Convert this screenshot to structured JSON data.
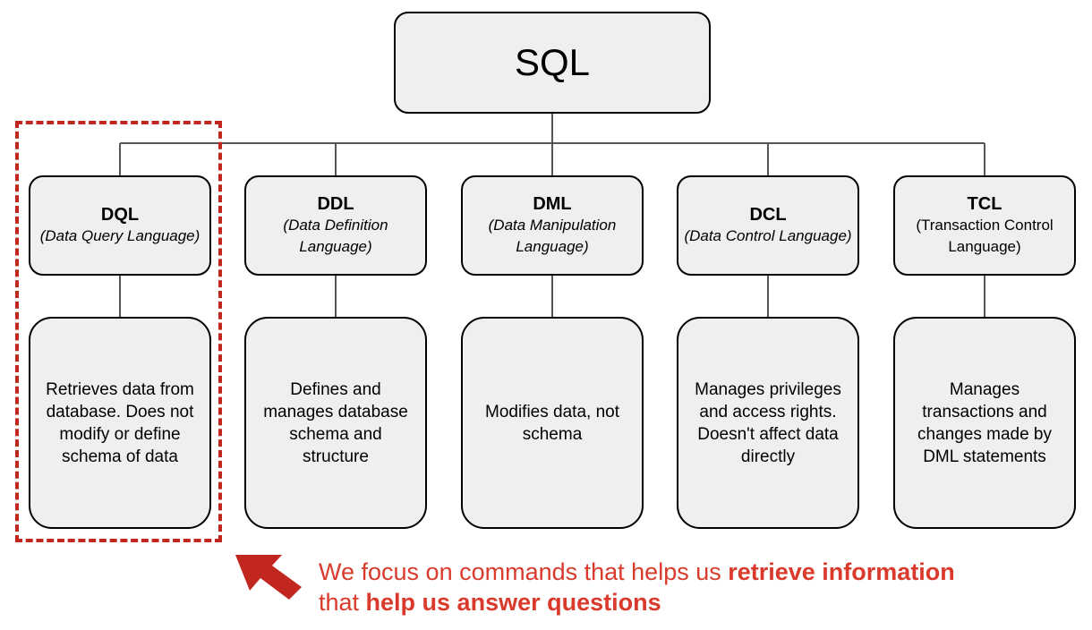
{
  "root": {
    "title": "SQL"
  },
  "categories": [
    {
      "abbr": "DQL",
      "full": "(Data Query Language)",
      "italic": true,
      "description": "Retrieves data from database. Does not modify or define schema of data"
    },
    {
      "abbr": "DDL",
      "full": "(Data Definition Language)",
      "italic": true,
      "description": "Defines and manages database schema and structure"
    },
    {
      "abbr": "DML",
      "full": "(Data Manipulation Language)",
      "italic": true,
      "description": "Modifies data, not schema"
    },
    {
      "abbr": "DCL",
      "full": "(Data Control Language)",
      "italic": true,
      "description": "Manages privileges and access rights. Doesn't affect data directly"
    },
    {
      "abbr": "TCL",
      "full": "(Transaction Control Language)",
      "italic": false,
      "description": "Manages transactions and changes made by DML statements"
    }
  ],
  "note": {
    "part1": "We focus on commands that helps us ",
    "bold1": "retrieve information",
    "part2": "that ",
    "bold2": "help us answer questions"
  },
  "colors": {
    "accent": "#c1271f",
    "note_text": "#d93a2b",
    "box_fill": "#efefef",
    "connector": "#555555"
  }
}
